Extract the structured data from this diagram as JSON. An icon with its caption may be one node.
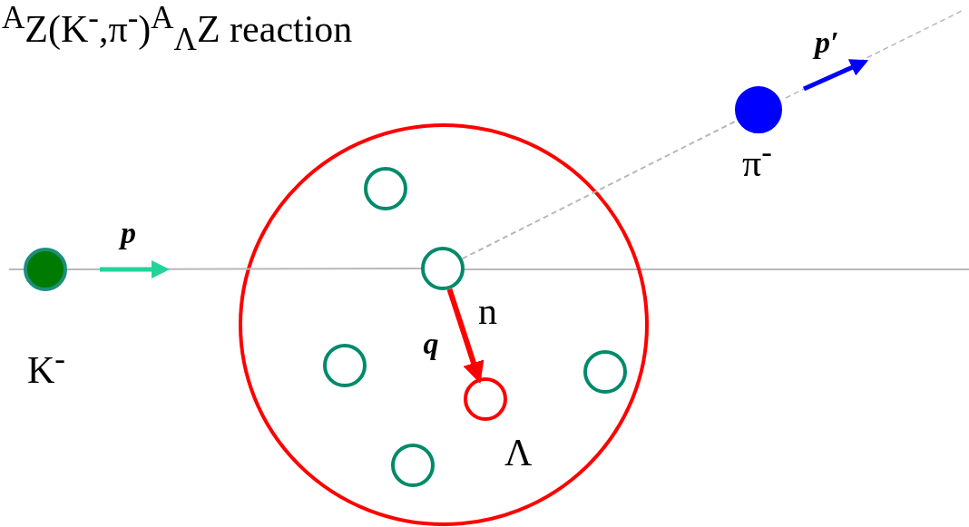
{
  "diagram": {
    "title": "$^{A}$Z(K$^{-}$,π$^{-}$)$^{A}$$_{Λ}$Z reaction",
    "nodes": [
      {
        "text": [],
        "shape": "circle",
        "beside": [
          "K$^{-}$"
        ]
      },
      {
        "text": [],
        "shape": "circle",
        "beside": [
          "π$^{-}$"
        ]
      },
      {
        "text": [],
        "shape": "circle"
      },
      {
        "text": [],
        "shape": "circle",
        "in": 2
      },
      {
        "text": [],
        "shape": "circle",
        "in": 2,
        "beside": [
          "n"
        ]
      },
      {
        "text": [],
        "shape": "circle",
        "in": 2
      },
      {
        "text": [],
        "shape": "circle",
        "in": 2
      },
      {
        "text": [],
        "shape": "circle",
        "in": 2,
        "beside": [
          "Λ"
        ]
      },
      {
        "text": [],
        "shape": "circle",
        "in": 2
      }
    ],
    "edges": [
      {
        "from": 0,
        "to": 4,
        "arrow": "none"
      },
      {
        "from": 4,
        "to": 1,
        "arrow": "none",
        "style": "dashed"
      },
      {
        "from": 4,
        "to": 7,
        "arrow": "to",
        "label": "q",
        "color": "#ff0000",
        "style": "thick"
      }
    ],
    "labels": [
      "p",
      "p′"
    ]
  }
}
